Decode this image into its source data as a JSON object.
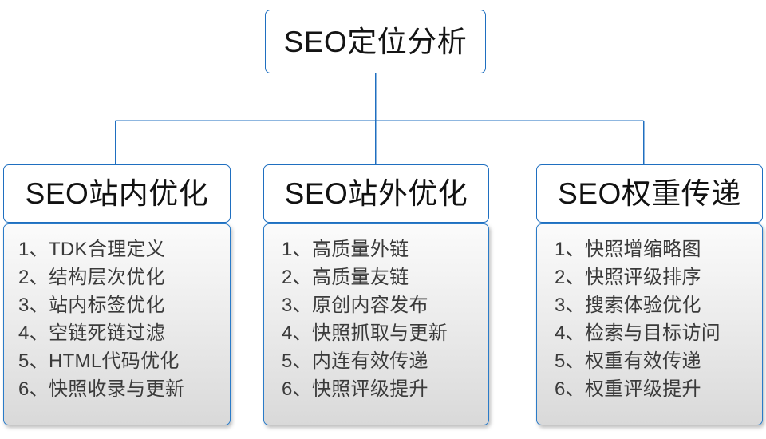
{
  "diagram": {
    "title": "SEO定位分析",
    "root": {
      "label": "SEO定位分析"
    },
    "colors": {
      "border": "#1f6fc0",
      "connector": "#1f6fc0",
      "header_background": "#ffffff",
      "list_background_top": "#fbfbfb",
      "list_background_bottom": "#d9d9d9",
      "header_text": "#111111",
      "list_text": "#3a3a3a"
    },
    "branches": [
      {
        "header": "SEO站内优化",
        "items": [
          "1、TDK合理定义",
          "2、结构层次优化",
          "3、站内标签优化",
          "4、空链死链过滤",
          "5、HTML代码优化",
          "6、快照收录与更新"
        ]
      },
      {
        "header": "SEO站外优化",
        "items": [
          "1、高质量外链",
          "2、高质量友链",
          "3、原创内容发布",
          "4、快照抓取与更新",
          "5、内连有效传递",
          "6、快照评级提升"
        ]
      },
      {
        "header": "SEO权重传递",
        "items": [
          "1、快照增缩略图",
          "2、快照评级排序",
          "3、搜索体验优化",
          "4、检索与目标访问",
          "5、权重有效传递",
          "6、权重评级提升"
        ]
      }
    ]
  }
}
